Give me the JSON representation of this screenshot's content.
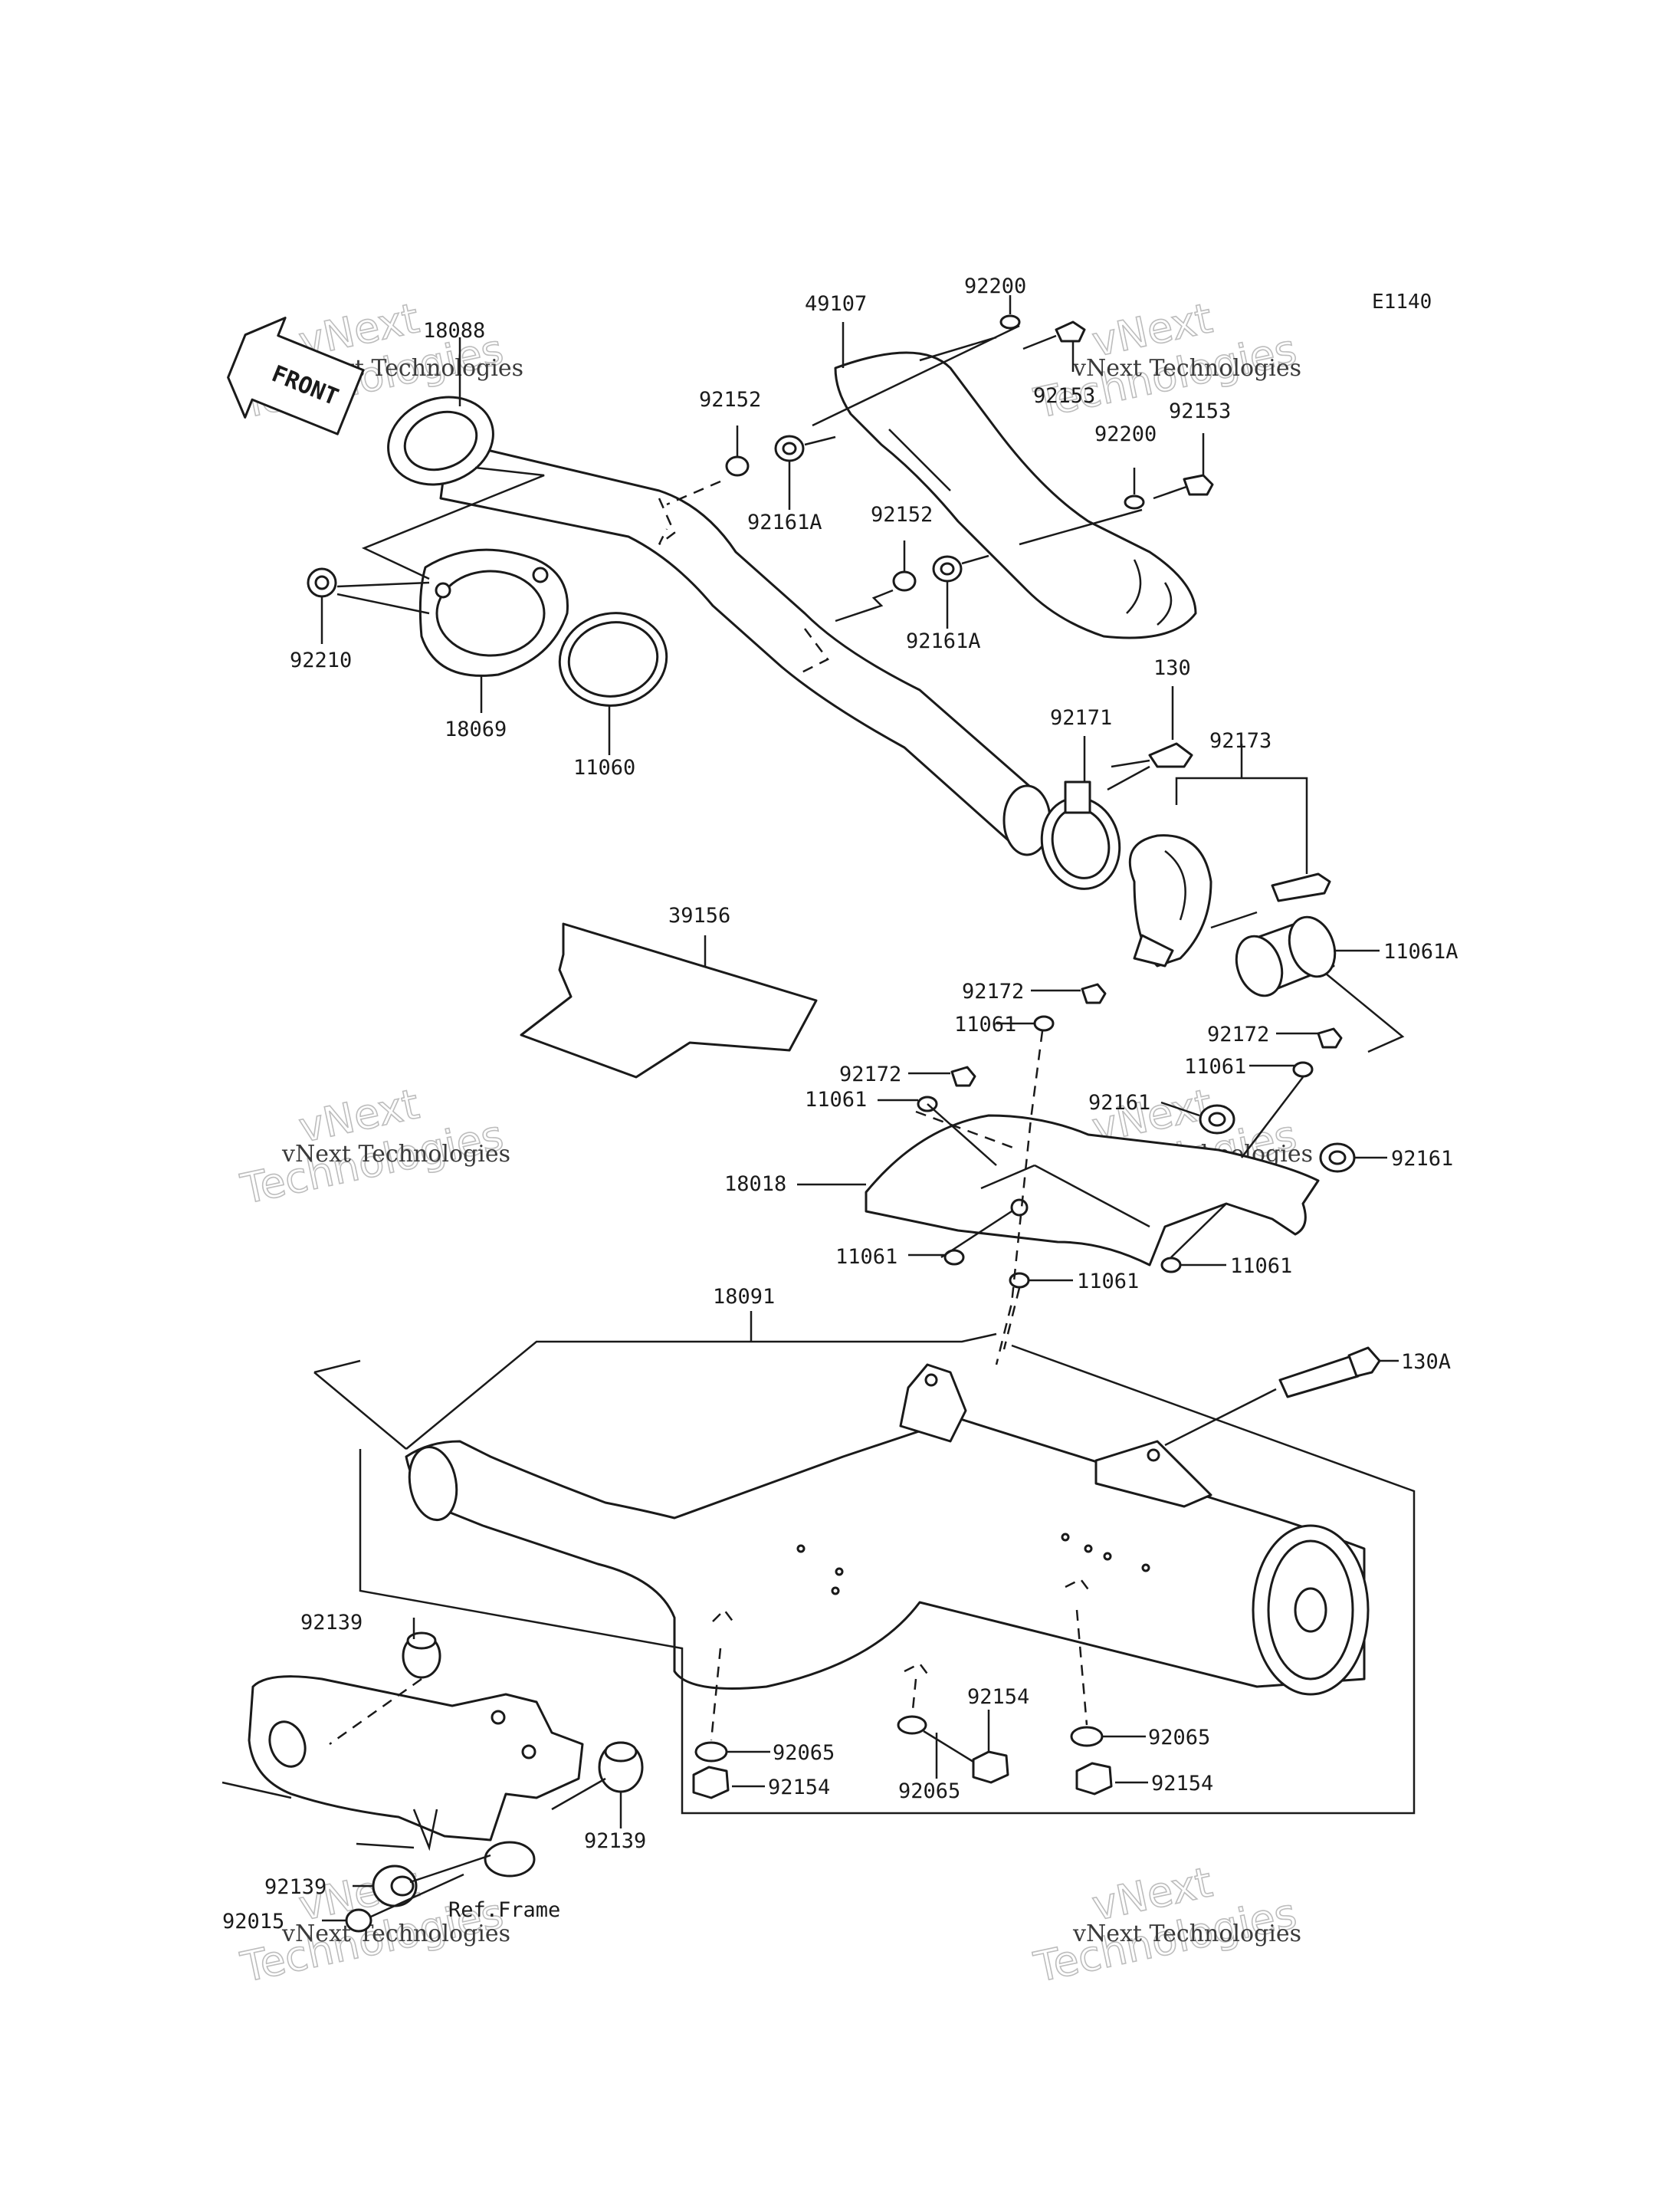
{
  "diagram": {
    "code": "E1140",
    "front_arrow_text": "FRONT",
    "reference_text": "Ref.Frame"
  },
  "watermark": {
    "line1": "vNext Technologies",
    "line2": "vNext",
    "line3": "Technologies"
  },
  "labels": {
    "p18088": "18088",
    "p49107": "49107",
    "p92200_a": "92200",
    "p92153_a": "92153",
    "p92153_b": "92153",
    "p92200_b": "92200",
    "p92152_a": "92152",
    "p92161A_a": "92161A",
    "p92152_b": "92152",
    "p92161A_b": "92161A",
    "p92210": "92210",
    "p18069": "18069",
    "p11060": "11060",
    "p130": "130",
    "p92171": "92171",
    "p92173": "92173",
    "p39156": "39156",
    "p11061A": "11061A",
    "p92172_a": "92172",
    "p11061_a": "11061",
    "p92172_b": "92172",
    "p92172_c": "92172",
    "p11061_b": "11061",
    "p11061_c": "11061",
    "p92161_a": "92161",
    "p92161_b": "92161",
    "p18018": "18018",
    "p11061_d": "11061",
    "p11061_e": "11061",
    "p11061_f": "11061",
    "p18091": "18091",
    "p130A": "130A",
    "p92139_a": "92139",
    "p92154_a": "92154",
    "p92065_a": "92065",
    "p92065_b": "92065",
    "p92154_b": "92154",
    "p92065_c": "92065",
    "p92154_c": "92154",
    "p92139_b": "92139",
    "p92139_c": "92139",
    "p92015": "92015"
  }
}
